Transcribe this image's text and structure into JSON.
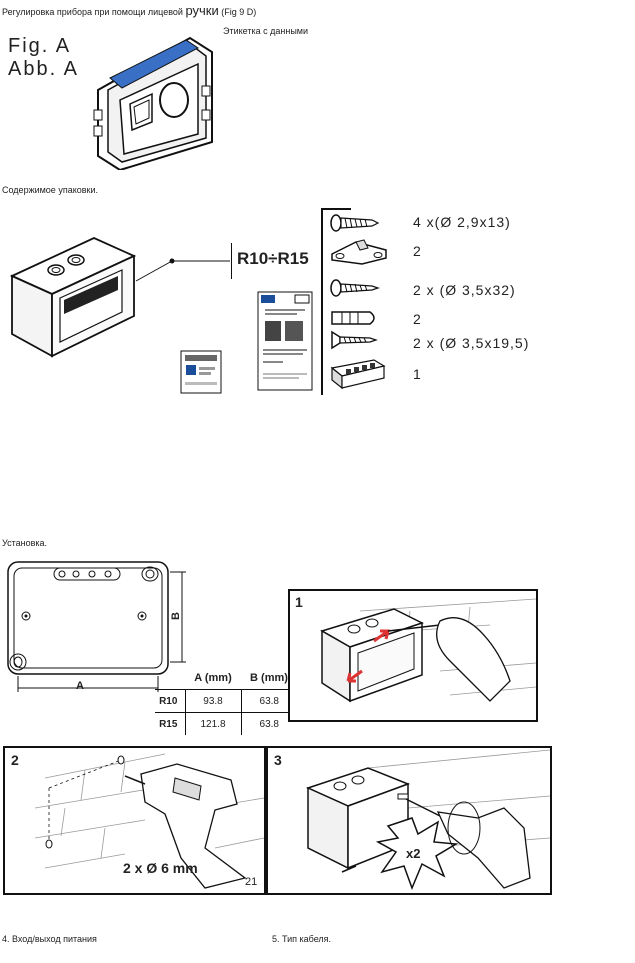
{
  "top": {
    "heading_prefix": "Регулировка прибора при помощи лицевой ",
    "heading_word": "ручки",
    "heading_suffix": " (Fig 9 D)",
    "fig_label_1": "Fig. A",
    "fig_label_2": "Abb. A",
    "data_label": "Этикетка с данными"
  },
  "package": {
    "heading": "Содержимое упаковки.",
    "model": "R10÷R15",
    "items": [
      {
        "icon": "screw-icon",
        "qty": "4 x(Ø 2,9x13)"
      },
      {
        "icon": "bracket-icon",
        "qty": "2"
      },
      {
        "icon": "screw-long-icon",
        "qty": "2 x (Ø 3,5x32)"
      },
      {
        "icon": "wall-plug-icon",
        "qty": "2"
      },
      {
        "icon": "countersunk-screw-icon",
        "qty": "2 x (Ø 3,5x19,5)"
      },
      {
        "icon": "terminal-block-icon",
        "qty": "1"
      }
    ]
  },
  "install": {
    "heading": "Установка.",
    "dim_a": "A",
    "dim_b": "B",
    "table": {
      "headers": [
        "A (mm)",
        "B (mm)"
      ],
      "rows": [
        {
          "model": "R10",
          "a": "93.8",
          "b": "63.8"
        },
        {
          "model": "R15",
          "a": "121.8",
          "b": "63.8"
        }
      ]
    },
    "step1": "1",
    "step2": "2",
    "step2_caption": "2 x Ø 6 mm",
    "step2_page": "21",
    "step3": "3",
    "step3_badge": "x2"
  },
  "footer": {
    "section4": "4. Вход/выход питания",
    "section5": "5. Тип кабеля."
  }
}
